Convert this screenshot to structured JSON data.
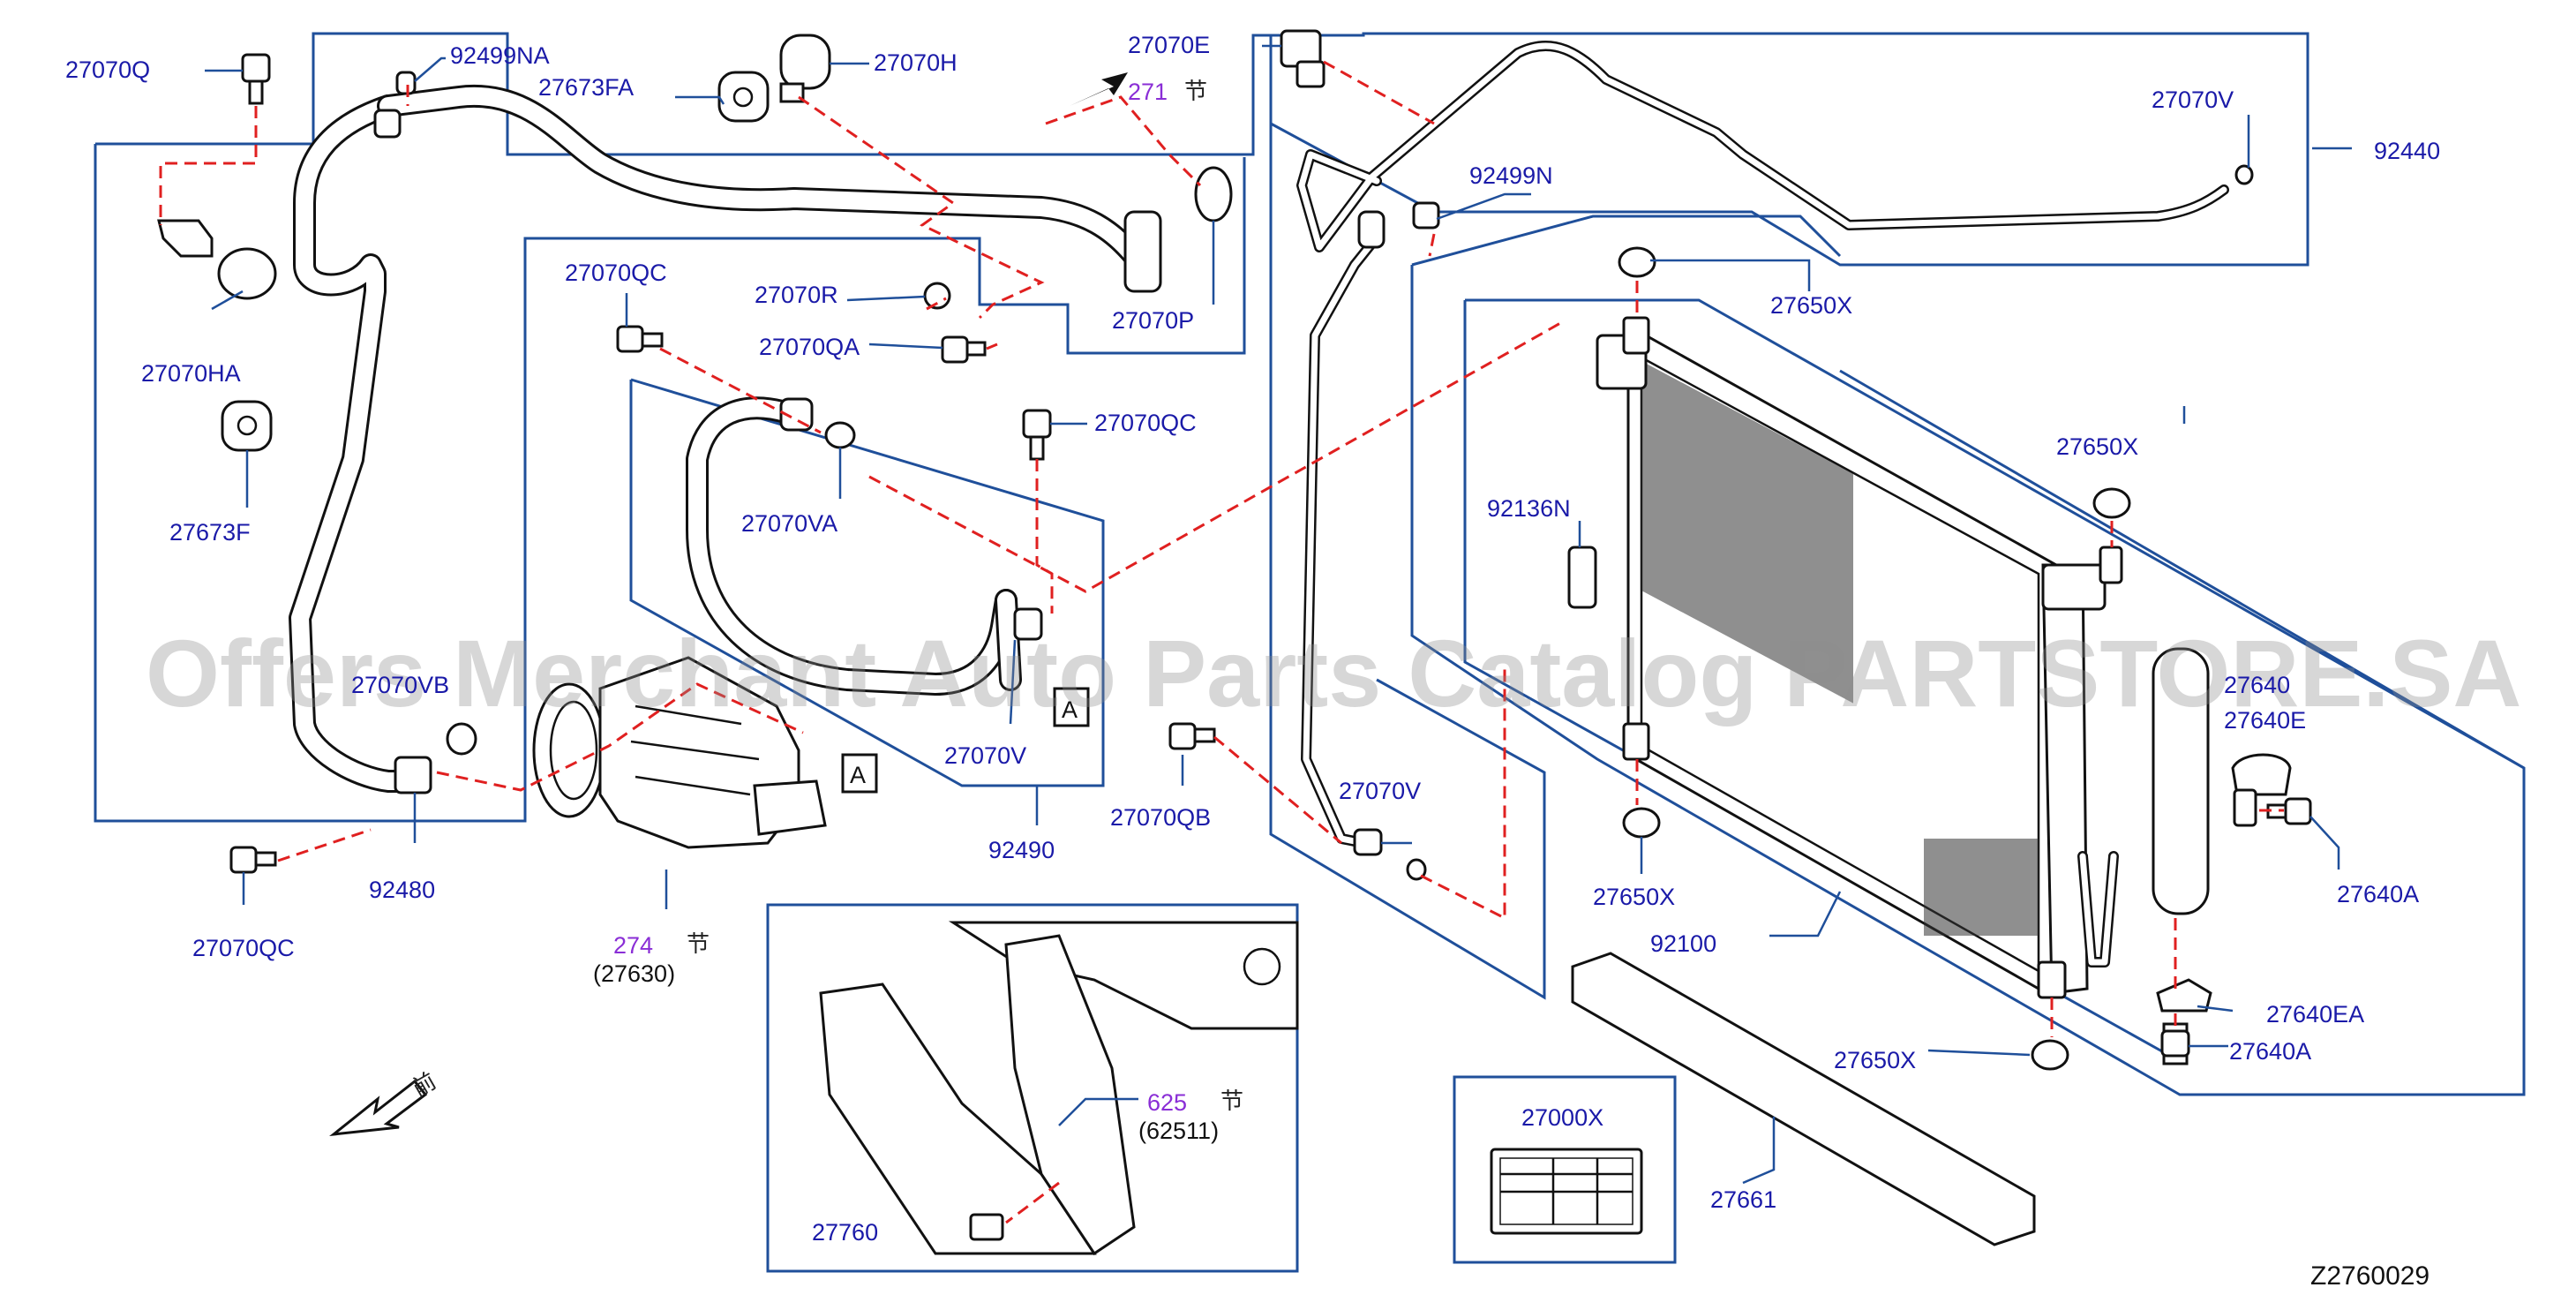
{
  "diagram_id": "Z2760029",
  "watermark": "Offers Merchant Auto Parts Catalog PARTSTORE.SA",
  "section_refs": [
    {
      "number": "271",
      "mark": "节"
    },
    {
      "number": "274",
      "mark": "节",
      "sub": "(27630)"
    },
    {
      "number": "625",
      "mark": "节",
      "sub": "(62511)"
    }
  ],
  "front_mark": "前",
  "view_marks": [
    "A",
    "A"
  ],
  "parts": {
    "p27070Q": "27070Q",
    "p92499NA": "92499NA",
    "p27673FA": "27673FA",
    "p27070H": "27070H",
    "p27070E": "27070E",
    "p27070V_top": "27070V",
    "p92440": "92440",
    "p92499N": "92499N",
    "p27070HA": "27070HA",
    "p27673F": "27673F",
    "p27070QC_a": "27070QC",
    "p27070R": "27070R",
    "p27070QA": "27070QA",
    "p27070P": "27070P",
    "p27070QC_b": "27070QC",
    "p27070VA": "27070VA",
    "p27650X_a": "27650X",
    "p27650X_b": "27650X",
    "p92136N": "92136N",
    "p27070VB": "27070VB",
    "p27640": "27640",
    "p27640E": "27640E",
    "p27070V_mid": "27070V",
    "p27070V_right": "27070V",
    "p27070QB": "27070QB",
    "p92490": "92490",
    "p92480": "92480",
    "p27070QC_c": "27070QC",
    "p27650X_c": "27650X",
    "p27640A_a": "27640A",
    "p92100": "92100",
    "p27640EA": "27640EA",
    "p27640A_b": "27640A",
    "p27650X_d": "27650X",
    "p27760": "27760",
    "p27000X": "27000X",
    "p27661": "27661"
  },
  "colors": {
    "label_blue": "#1a1aa8",
    "section_purple": "#8a2ed6",
    "frame_blue": "#1f4f9a",
    "dashed_red": "#e02020",
    "line_black": "#111111"
  }
}
